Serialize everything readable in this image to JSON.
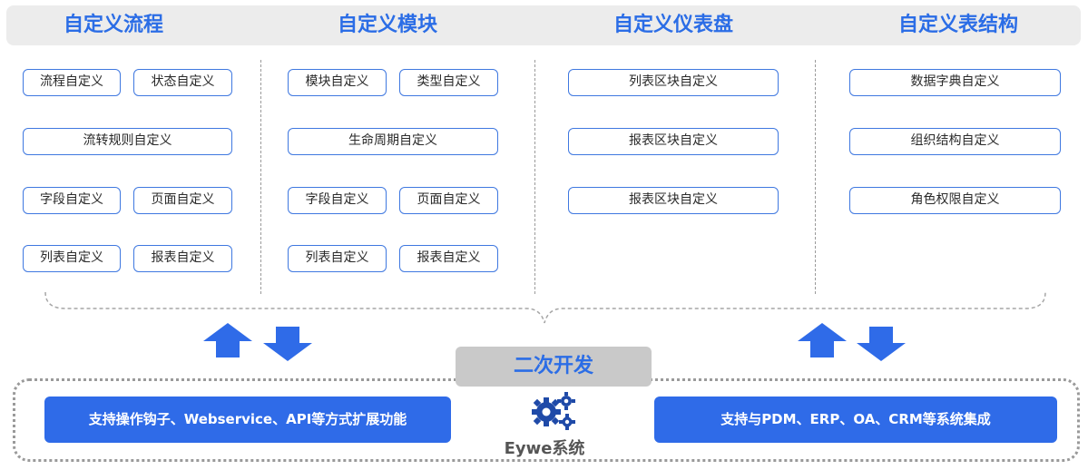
{
  "columns": [
    {
      "title": "自定义流程",
      "items": [
        "流程自定义",
        "状态自定义",
        "流转规则自定义",
        "字段自定义",
        "页面自定义",
        "列表自定义",
        "报表自定义"
      ]
    },
    {
      "title": "自定义模块",
      "items": [
        "模块自定义",
        "类型自定义",
        "生命周期自定义",
        "字段自定义",
        "页面自定义",
        "列表自定义",
        "报表自定义"
      ]
    },
    {
      "title": "自定义仪表盘",
      "items": [
        "列表区块自定义",
        "报表区块自定义",
        "报表区块自定义"
      ]
    },
    {
      "title": "自定义表结构",
      "items": [
        "数据字典自定义",
        "组织结构自定义",
        "角色权限自定义"
      ]
    }
  ],
  "bottom": {
    "dev_label": "二次开发",
    "left_feature": "支持操作钩子、Webservice、API等方式扩展功能",
    "right_feature": "支持与PDM、ERP、OA、CRM等系统集成",
    "system_name": "Eywe系统"
  },
  "icons": {
    "arrow_up": "arrow-up-icon",
    "arrow_down": "arrow-down-icon",
    "gears": "gears-icon"
  },
  "colors": {
    "accent": "#2b6de6",
    "box_fill": "#2f6be8",
    "tag_border": "#3f78e0"
  }
}
